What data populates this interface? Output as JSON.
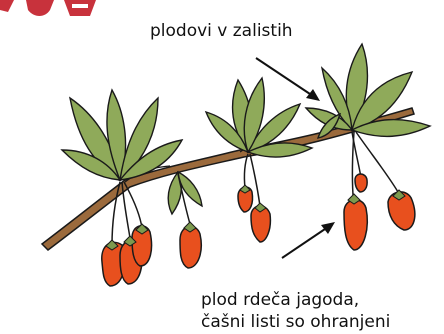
{
  "labels": {
    "top": "plodovi v zalistih",
    "bottom_line1": "plod rdeča jagoda,",
    "bottom_line2": "čašni listi so ohranjeni"
  },
  "colors": {
    "branch": "#9b6a3c",
    "leaf": "#8faa5a",
    "berry": "#e8501e",
    "calyx": "#7d9a4e",
    "outline": "#1a1a1a",
    "logo": "#c8323c"
  },
  "icons": [
    "logo-corner-icon",
    "arrow-icon"
  ]
}
